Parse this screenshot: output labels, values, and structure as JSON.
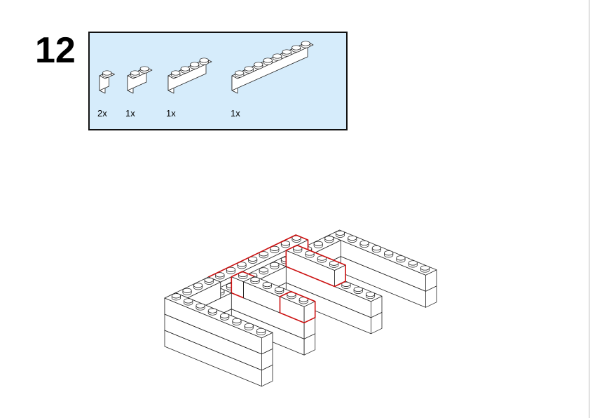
{
  "step_number": "12",
  "parts_list": [
    {
      "part": "brick-1x1",
      "quantity": "2x"
    },
    {
      "part": "brick-1x2",
      "quantity": "1x"
    },
    {
      "part": "brick-1x4",
      "quantity": "1x"
    },
    {
      "part": "brick-1x8",
      "quantity": "1x"
    }
  ],
  "colors": {
    "highlight": "#cc1111",
    "parts_bg": "#d6ecfb"
  }
}
